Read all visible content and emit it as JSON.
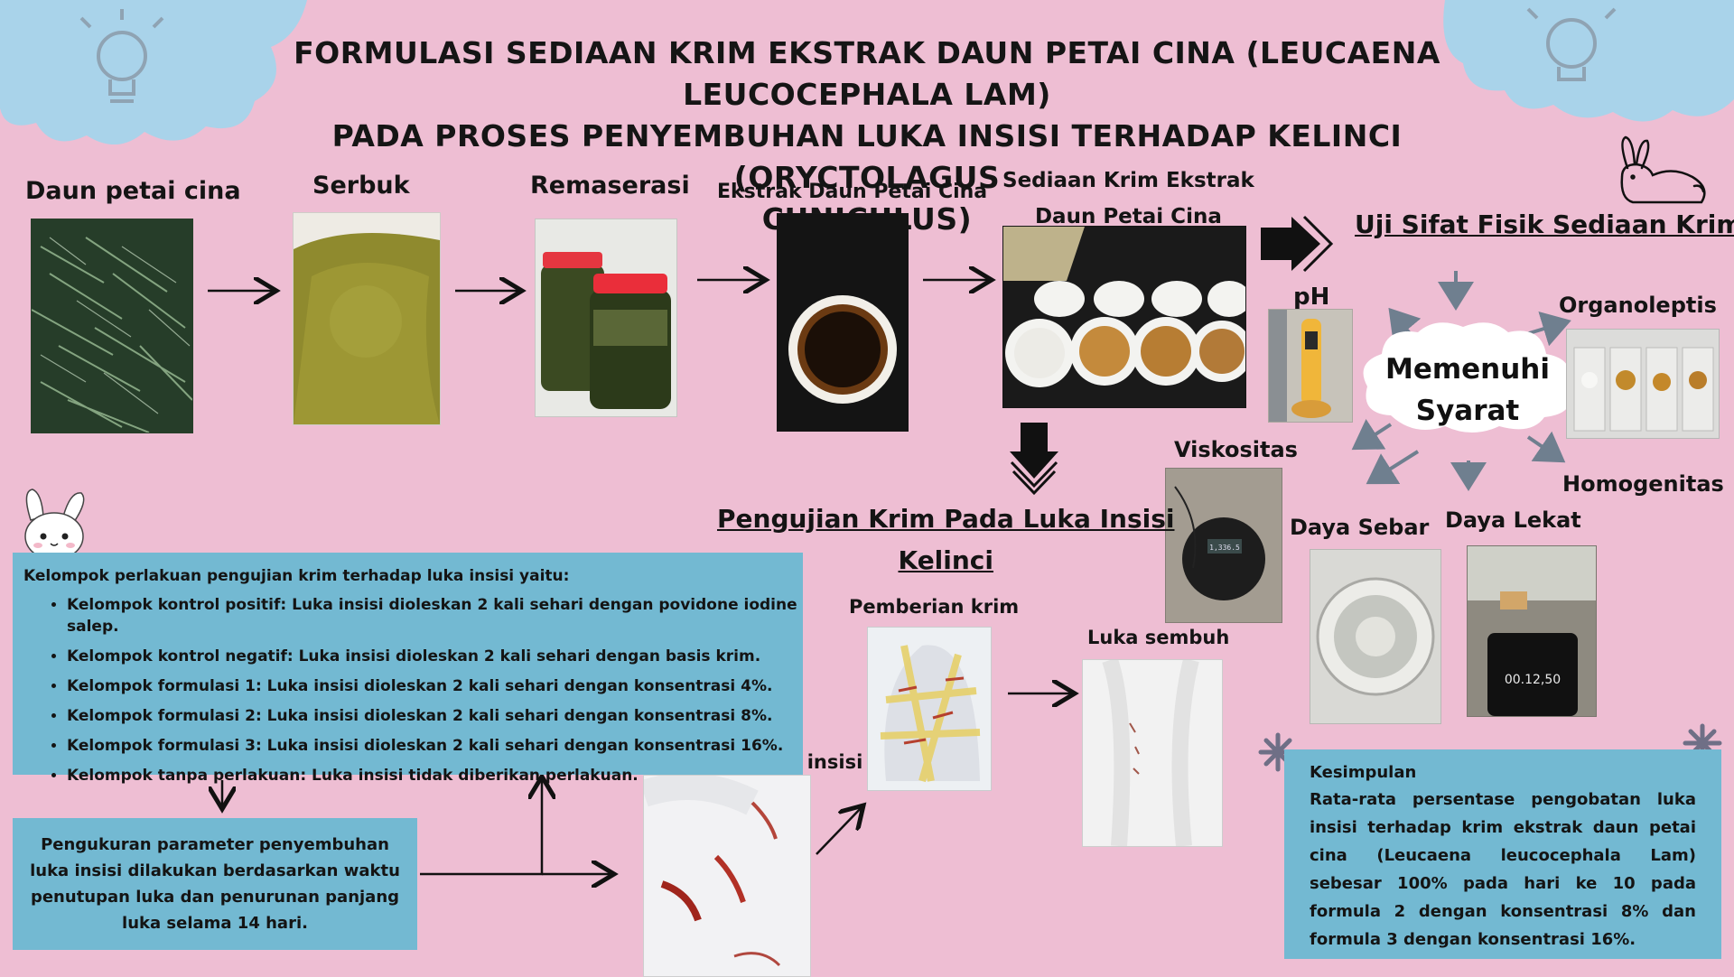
{
  "title_lines": [
    "FORMULASI SEDIAAN KRIM EKSTRAK DAUN PETAI CINA (LEUCAENA LEUCOCEPHALA LAM)",
    "PADA PROSES PENYEMBUHAN LUKA INSISI TERHADAP KELINCI (ORYCTOLAGUS",
    "CUNICULUS)"
  ],
  "steps": {
    "daun": "Daun petai cina",
    "serbuk": "Serbuk",
    "remaserasi": "Remaserasi",
    "ekstrak": "Ekstrak Daun Petai Cina",
    "sediaan_line1": "Sediaan Krim Ekstrak",
    "sediaan_line2": "Daun Petai Cina"
  },
  "uji": {
    "heading": "Uji Sifat Fisik Sediaan Krim",
    "center_line1": "Memenuhi",
    "center_line2": "Syarat",
    "ph": "pH",
    "organoleptis": "Organoleptis",
    "viskositas": "Viskositas",
    "homogenitas": "Homogenitas",
    "daya_sebar": "Daya Sebar",
    "daya_lekat": "Daya Lekat",
    "timer": "00.12,50",
    "scale_readout": "1,336.5"
  },
  "pengujian": {
    "heading_line1": "Pengujian Krim Pada Luka Insisi",
    "heading_line2": "Kelinci",
    "pemberian": "Pemberian krim",
    "sembuh": "Luka sembuh",
    "pembuatan": "Pembuatan luka insisi"
  },
  "groups": {
    "intro": "Kelompok  perlakuan pengujian krim terhadap luka insisi yaitu:",
    "items": [
      "Kelompok kontrol positif: Luka insisi dioleskan 2 kali sehari dengan povidone iodine salep.",
      "Kelompok kontrol negatif: Luka insisi dioleskan 2 kali sehari dengan basis krim.",
      "Kelompok formulasi 1: Luka insisi dioleskan 2 kali sehari dengan konsentrasi 4%.",
      "Kelompok formulasi 2: Luka insisi dioleskan 2 kali sehari dengan konsentrasi 8%.",
      "Kelompok formulasi 3: Luka insisi dioleskan 2 kali sehari dengan konsentrasi 16%.",
      "Kelompok tanpa perlakuan: Luka insisi tidak diberikan perlakuan."
    ]
  },
  "measure": {
    "text": "Pengukuran parameter penyembuhan luka insisi dilakukan berdasarkan waktu penutupan luka dan penurunan panjang luka selama 14 hari."
  },
  "conclusion": {
    "title": "Kesimpulan",
    "text": "Rata-rata persentase pengobatan luka insisi terhadap krim ekstrak daun petai cina (Leucaena leucocephala Lam) sebesar 100% pada hari ke 10 pada formula 2 dengan konsentrasi 8% dan formula 3 dengan konsentrasi 16%."
  },
  "colors": {
    "background": "#eebed3",
    "box_blue": "#73b9d2",
    "cloud_blue": "#a9d3ea",
    "arrow_gray": "#6f7f8f"
  }
}
